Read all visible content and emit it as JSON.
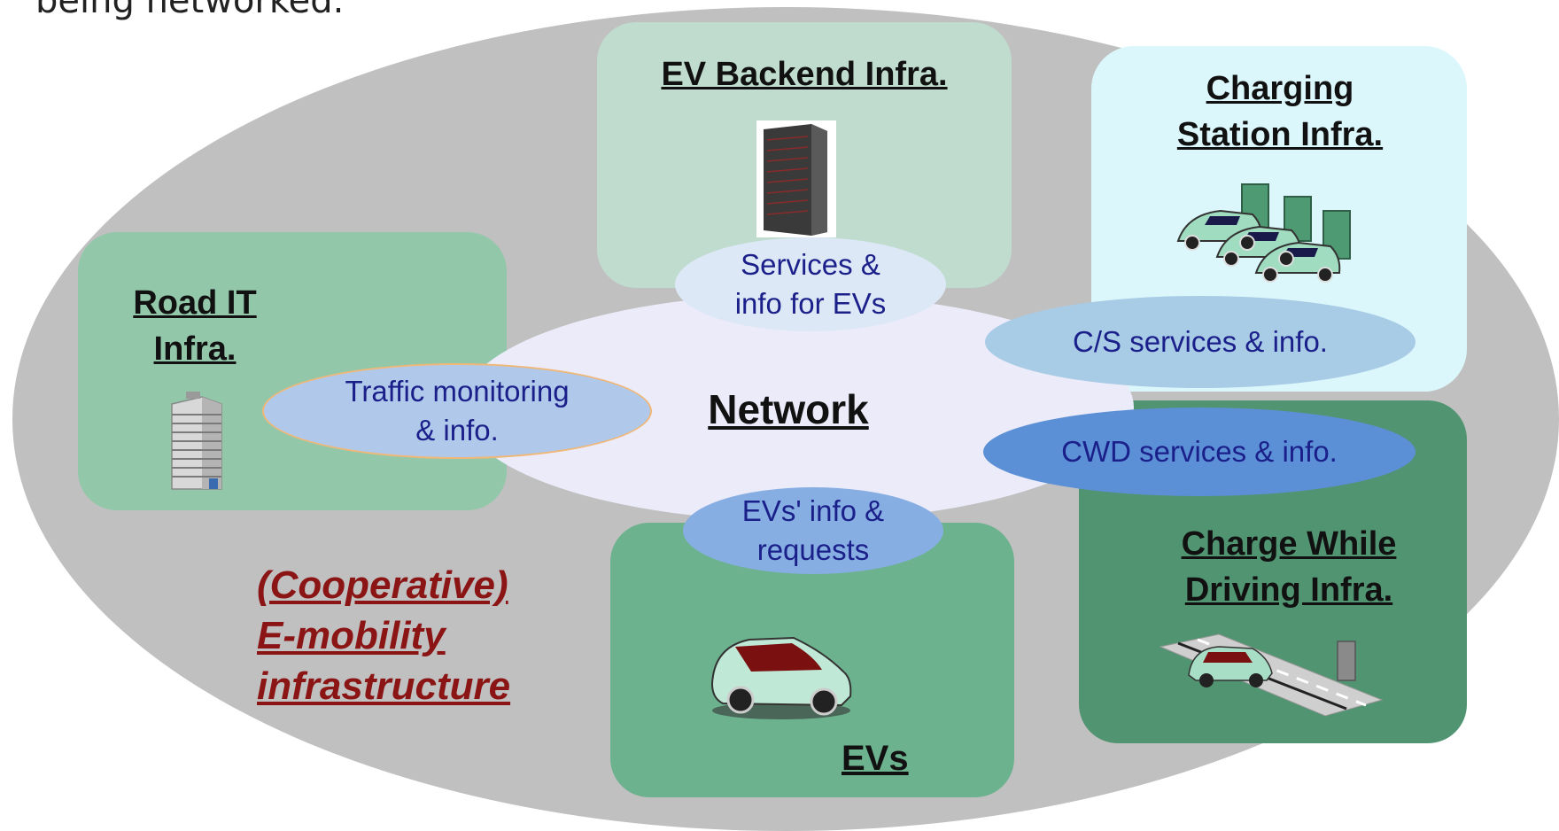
{
  "caption": "being networked.",
  "diagram": {
    "network_label": "Network",
    "boxes": {
      "backend": "EV Backend Infra.",
      "station": "Charging\nStation Infra.",
      "road": "Road IT\nInfra.",
      "cwd": "Charge While\nDriving Infra.",
      "evs": "EVs"
    },
    "links": {
      "services": "Services &\ninfo for EVs",
      "traffic": "Traffic monitoring\n& info.",
      "cs": "C/S services & info.",
      "cwd": "CWD services & info.",
      "evinfo": "EVs' info &\nrequests"
    },
    "cooperative_label": "(Cooperative)\nE-mobility\ninfrastructure",
    "icons": [
      "server-icon",
      "charging-station-icon",
      "building-icon",
      "car-icon",
      "charge-while-driving-icon"
    ]
  },
  "colors": {
    "outer": "#c0c0c0",
    "network": "#ecebfa",
    "backend": "#bfdccf",
    "station": "#dcf7fb",
    "road": "#92c7aa",
    "evs": "#6db28f",
    "cwd": "#519471",
    "link_text": "#1b1f8a",
    "cooperative": "#8b1515"
  }
}
